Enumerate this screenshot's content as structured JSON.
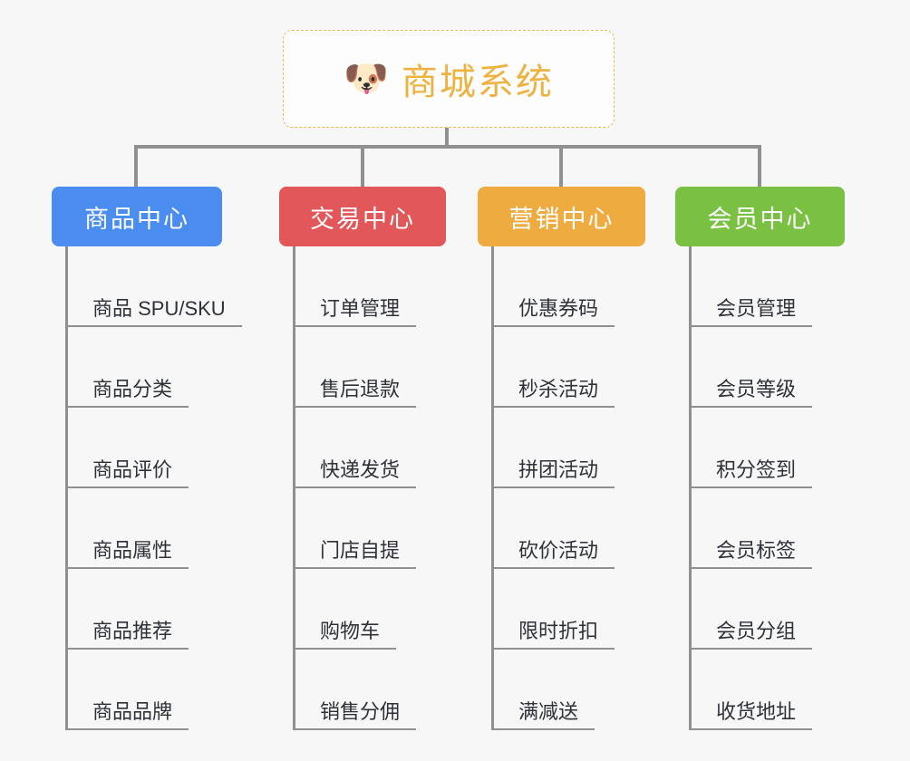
{
  "diagram": {
    "type": "org-chart",
    "background_color": "#f7f7f7",
    "connector_color": "#909090",
    "root": {
      "icon": "dog-face-icon",
      "icon_glyph": "🐶",
      "title": "商城系统",
      "text_color": "#edb23f",
      "border_color": "#e8b95a"
    },
    "columns": [
      {
        "id": "product-center",
        "label": "商品中心",
        "color": "#4a8cf0",
        "items": [
          "商品 SPU/SKU",
          "商品分类",
          "商品评价",
          "商品属性",
          "商品推荐",
          "商品品牌"
        ]
      },
      {
        "id": "trade-center",
        "label": "交易中心",
        "color": "#e2575a",
        "items": [
          "订单管理",
          "售后退款",
          "快递发货",
          "门店自提",
          "购物车",
          "销售分佣"
        ]
      },
      {
        "id": "marketing-center",
        "label": "营销中心",
        "color": "#eeab3f",
        "items": [
          "优惠券码",
          "秒杀活动",
          "拼团活动",
          "砍价活动",
          "限时折扣",
          "满减送"
        ]
      },
      {
        "id": "member-center",
        "label": "会员中心",
        "color": "#7ac143",
        "items": [
          "会员管理",
          "会员等级",
          "积分签到",
          "会员标签",
          "会员分组",
          "收货地址"
        ]
      }
    ]
  }
}
